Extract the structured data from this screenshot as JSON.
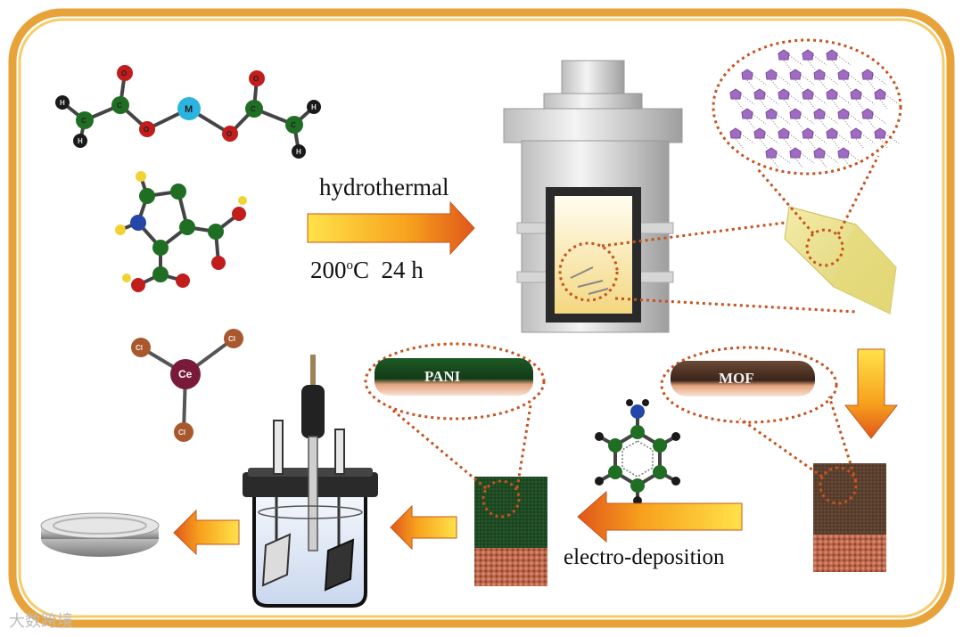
{
  "labels": {
    "hydrothermal": "hydrothermal",
    "temp_value": "200",
    "temp_sup": "o",
    "temp_unit": "C",
    "duration": "24 h",
    "electro_deposition": "electro-deposition",
    "pani": "PANI",
    "mof": "MOF"
  },
  "atoms": {
    "metal": "M",
    "carbon": "C",
    "oxygen": "O",
    "hydrogen": "H",
    "cerium": "Ce",
    "chlorine": "Cl"
  },
  "watermark": "大数跨境",
  "colors": {
    "frame": "#e8a23a",
    "dotted_ring": "#c7531f",
    "arrow_dark": "#e0561a",
    "arrow_light": "#ffd22e",
    "carbon": "#1f6e23",
    "oxygen": "#c21d1d",
    "hydrogen": "#1a1a1a",
    "metal": "#2bb4e0",
    "cerium": "#7a1a3a",
    "chlorine": "#a9582e",
    "mof_crystal": "#e8e08a",
    "pani_film": "#1f4a23",
    "mof_film": "#5a3a28"
  }
}
